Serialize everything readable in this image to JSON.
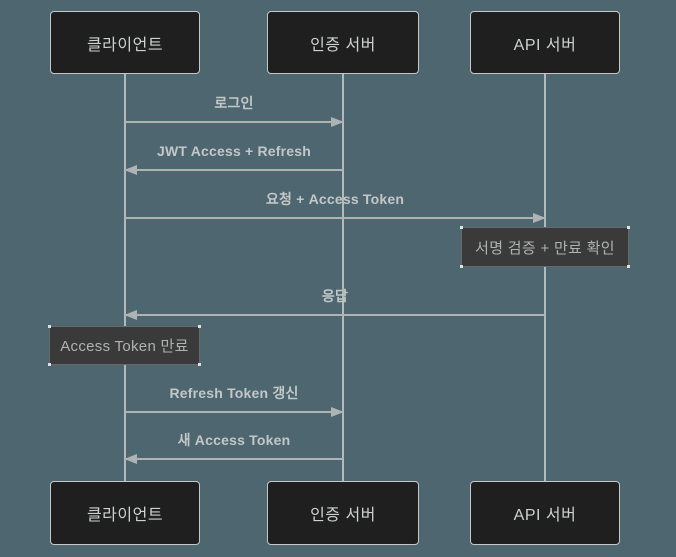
{
  "diagram": {
    "type": "sequence-diagram",
    "colors": {
      "background": "#4d6670",
      "actor_fill": "#1f1f1f",
      "actor_border": "#c6c8c8",
      "note_fill": "#3a3a3a",
      "note_border": "#656969",
      "line": "#aeb4b4",
      "message_text": "#c3c7c7",
      "actor_text": "#ced1d1",
      "note_text": "#aeb2b2"
    },
    "actors": [
      {
        "label": "클라이언트"
      },
      {
        "label": "인증 서버"
      },
      {
        "label": "API 서버"
      }
    ],
    "messages": [
      {
        "kind": "arrow",
        "label": "로그인",
        "from": "클라이언트",
        "to": "인증 서버",
        "direction": "right"
      },
      {
        "kind": "arrow",
        "label": "JWT Access + Refresh",
        "from": "인증 서버",
        "to": "클라이언트",
        "direction": "left"
      },
      {
        "kind": "arrow",
        "label": "요청 + Access Token",
        "from": "클라이언트",
        "to": "API 서버",
        "direction": "right"
      },
      {
        "kind": "note",
        "label": "서명 검증 + 만료 확인",
        "over": "API 서버"
      },
      {
        "kind": "arrow",
        "label": "응답",
        "from": "API 서버",
        "to": "클라이언트",
        "direction": "left"
      },
      {
        "kind": "note",
        "label": "Access Token 만료",
        "over": "클라이언트"
      },
      {
        "kind": "arrow",
        "label": "Refresh Token 갱신",
        "from": "클라이언트",
        "to": "인증 서버",
        "direction": "right"
      },
      {
        "kind": "arrow",
        "label": "새 Access Token",
        "from": "인증 서버",
        "to": "클라이언트",
        "direction": "left"
      }
    ]
  }
}
